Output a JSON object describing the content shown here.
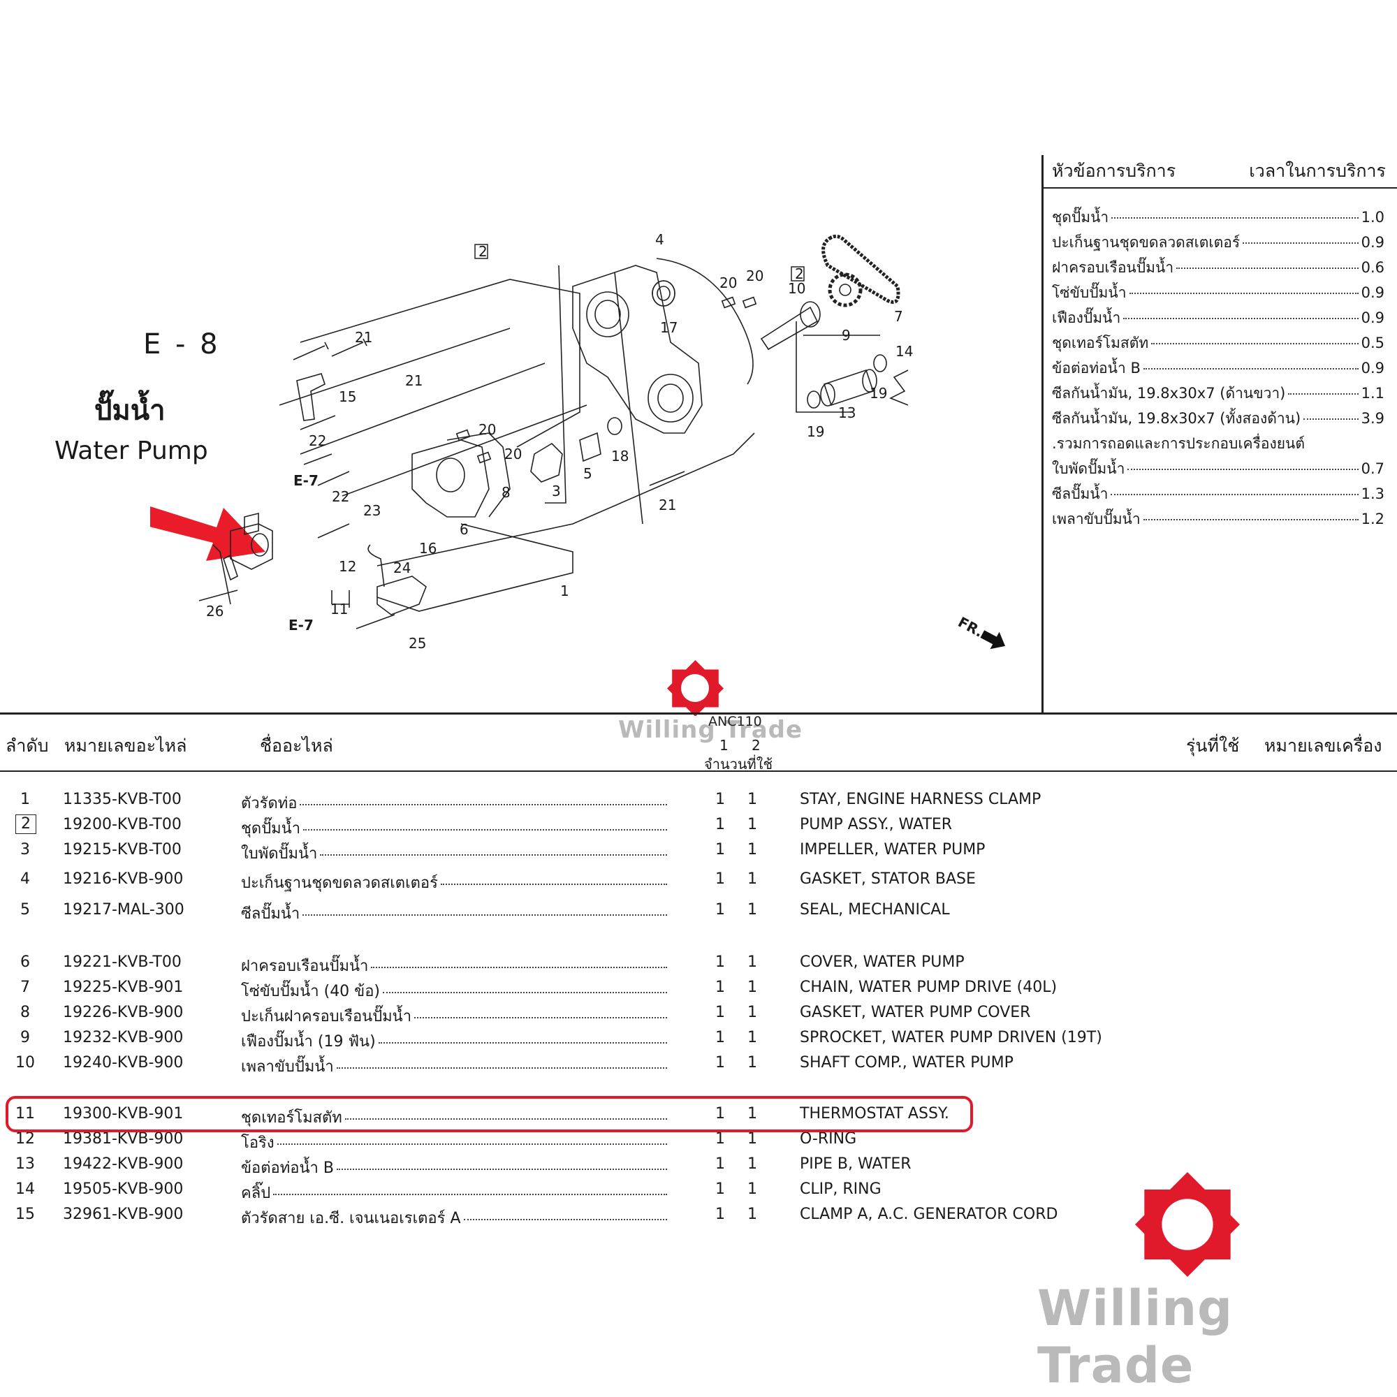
{
  "section": {
    "code": "E - 8",
    "title_th": "ปั๊มน้ำ",
    "title_en": "Water Pump"
  },
  "service_panel": {
    "header_left": "หัวข้อการบริการ",
    "header_right": "เวลาในการบริการ",
    "items": [
      {
        "name": "ชุดปั๊มน้ำ",
        "time": "1.0"
      },
      {
        "name": "ปะเก็นฐานชุดขดลวดสเตเตอร์",
        "time": "0.9"
      },
      {
        "name": "ฝาครอบเรือนปั๊มน้ำ",
        "time": "0.6"
      },
      {
        "name": "โซ่ขับปั๊มน้ำ",
        "time": "0.9"
      },
      {
        "name": "เฟืองปั๊มน้ำ",
        "time": "0.9"
      },
      {
        "name": "ชุดเทอร์โมสตัท",
        "time": "0.5"
      },
      {
        "name": "ข้อต่อท่อน้ำ B",
        "time": "0.9"
      },
      {
        "name": "ซีลกันน้ำมัน, 19.8x30x7 (ด้านขวา)",
        "time": "1.1"
      },
      {
        "name": "ซีลกันน้ำมัน, 19.8x30x7 (ทั้งสองด้าน)",
        "time": "3.9"
      },
      {
        "name": ".รวมการถอดและการประกอบเครื่องยนต์",
        "time": ""
      },
      {
        "name": "ใบพัดปั๊มน้ำ",
        "time": "0.7"
      },
      {
        "name": "ซีลปั๊มน้ำ",
        "time": "1.3"
      },
      {
        "name": "เพลาขับปั๊มน้ำ",
        "time": "1.2"
      }
    ]
  },
  "diagram": {
    "callouts": {
      "c1": "1",
      "c2a": "2",
      "c2b": "2",
      "c3": "3",
      "c4": "4",
      "c5": "5",
      "c6": "6",
      "c7": "7",
      "c8": "8",
      "c9": "9",
      "c10": "10",
      "c11": "11",
      "c12": "12",
      "c13": "13",
      "c14": "14",
      "c15": "15",
      "c16": "16",
      "c17": "17",
      "c18": "18",
      "c19a": "19",
      "c19b": "19",
      "c20a": "20",
      "c20b": "20",
      "c20c": "20",
      "c20d": "20",
      "c21a": "21",
      "c21b": "21",
      "c21c": "21",
      "c22a": "22",
      "c22b": "22",
      "c23": "23",
      "c24": "24",
      "c25": "25",
      "c26": "26"
    },
    "ref_e7_top": "E-7",
    "ref_e7_bottom": "E-7",
    "fr": "FR."
  },
  "watermark": {
    "brand": "Willing Trade",
    "model": "ANC110",
    "brand_color": "#e0192b"
  },
  "table": {
    "headers": {
      "no": "ลำดับ",
      "part_no": "หมายเลขอะไหล่",
      "name": "ชื่ออะไหล่",
      "qty_col1": "1",
      "qty_col2": "2",
      "qty_label": "จำนวนที่ใช้",
      "model": "รุ่นที่ใช้",
      "engine_no": "หมายเลขเครื่อง"
    },
    "rows": [
      {
        "no": "1",
        "part": "11335-KVB-T00",
        "th": "ตัวรัดท่อ",
        "q1": "1",
        "q2": "1",
        "en": "STAY, ENGINE HARNESS CLAMP"
      },
      {
        "no": "2",
        "part": "19200-KVB-T00",
        "th": "ชุดปั๊มน้ำ",
        "q1": "1",
        "q2": "1",
        "en": "PUMP ASSY., WATER"
      },
      {
        "no": "3",
        "part": "19215-KVB-T00",
        "th": "ใบพัดปั๊มน้ำ",
        "q1": "1",
        "q2": "1",
        "en": "IMPELLER, WATER PUMP"
      },
      {
        "no": "4",
        "part": "19216-KVB-900",
        "th": "ปะเก็นฐานชุดขดลวดสเตเตอร์",
        "q1": "1",
        "q2": "1",
        "en": "GASKET, STATOR BASE"
      },
      {
        "no": "5",
        "part": "19217-MAL-300",
        "th": "ซีลปั๊มน้ำ",
        "q1": "1",
        "q2": "1",
        "en": "SEAL, MECHANICAL"
      },
      {
        "no": "6",
        "part": "19221-KVB-T00",
        "th": "ฝาครอบเรือนปั๊มน้ำ",
        "q1": "1",
        "q2": "1",
        "en": "COVER, WATER PUMP"
      },
      {
        "no": "7",
        "part": "19225-KVB-901",
        "th": "โซ่ขับปั๊มน้ำ (40 ข้อ)",
        "q1": "1",
        "q2": "1",
        "en": "CHAIN, WATER PUMP DRIVE (40L)"
      },
      {
        "no": "8",
        "part": "19226-KVB-900",
        "th": "ปะเก็นฝาครอบเรือนปั๊มน้ำ",
        "q1": "1",
        "q2": "1",
        "en": "GASKET, WATER PUMP COVER"
      },
      {
        "no": "9",
        "part": "19232-KVB-900",
        "th": "เฟืองปั๊มน้ำ (19 ฟัน)",
        "q1": "1",
        "q2": "1",
        "en": "SPROCKET, WATER PUMP DRIVEN (19T)"
      },
      {
        "no": "10",
        "part": "19240-KVB-900",
        "th": "เพลาขับปั๊มน้ำ",
        "q1": "1",
        "q2": "1",
        "en": "SHAFT COMP., WATER PUMP"
      },
      {
        "no": "11",
        "part": "19300-KVB-901",
        "th": "ชุดเทอร์โมสตัท",
        "q1": "1",
        "q2": "1",
        "en": "THERMOSTAT ASSY."
      },
      {
        "no": "12",
        "part": "19381-KVB-900",
        "th": "โอริง",
        "q1": "1",
        "q2": "1",
        "en": "O-RING"
      },
      {
        "no": "13",
        "part": "19422-KVB-900",
        "th": "ข้อต่อท่อน้ำ B",
        "q1": "1",
        "q2": "1",
        "en": "PIPE B, WATER"
      },
      {
        "no": "14",
        "part": "19505-KVB-900",
        "th": "คลิ๊ป",
        "q1": "1",
        "q2": "1",
        "en": "CLIP, RING"
      },
      {
        "no": "15",
        "part": "32961-KVB-900",
        "th": "ตัวรัดสาย เอ.ซี. เจนเนอเรเตอร์ A",
        "q1": "1",
        "q2": "1",
        "en": "CLAMP A, A.C. GENERATOR CORD"
      }
    ]
  }
}
